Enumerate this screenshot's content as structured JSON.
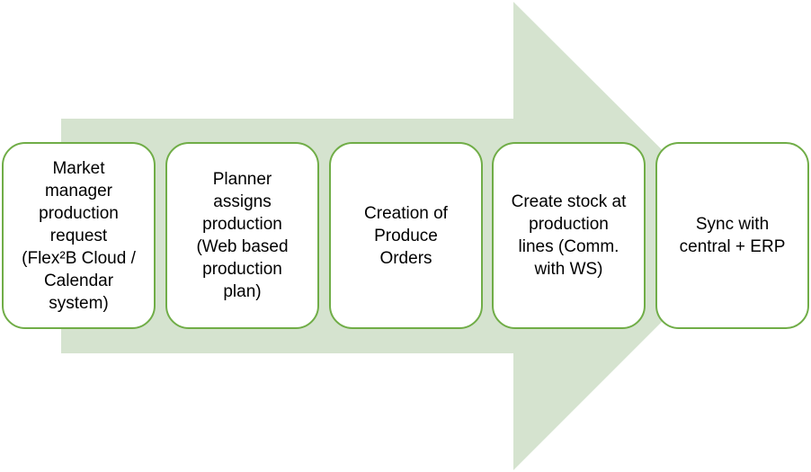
{
  "colors": {
    "arrow_fill": "#d5e3cf",
    "box_border": "#70ad47",
    "box_fill": "#ffffff",
    "text": "#000000"
  },
  "steps": [
    {
      "label": "Market\nmanager\nproduction\nrequest\n(Flex²B Cloud /\nCalendar\nsystem)"
    },
    {
      "label": "Planner\nassigns\nproduction\n(Web based\nproduction\nplan)"
    },
    {
      "label": "Creation of\nProduce\nOrders"
    },
    {
      "label": "Create stock at\nproduction\nlines (Comm.\nwith WS)"
    },
    {
      "label": "Sync with\ncentral + ERP"
    }
  ]
}
